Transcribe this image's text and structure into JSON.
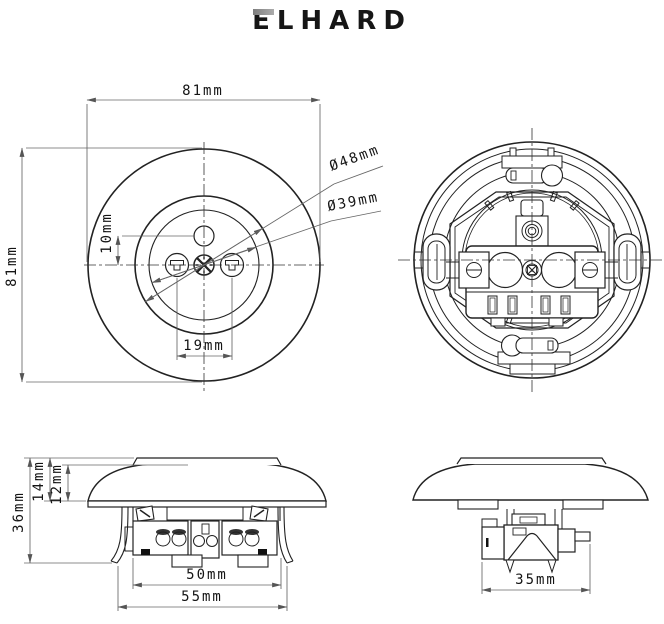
{
  "brand": {
    "letter_e": "E",
    "letters_rest": "LHARD",
    "full_name": "ELHARD"
  },
  "colors": {
    "object_line": "#222222",
    "dimension_line": "#666666",
    "text": "#141414",
    "logo_gray_bar": "#8a8a8a",
    "background": "#ffffff"
  },
  "front_view": {
    "width": "81mm",
    "height": "81mm",
    "top_hole_offset": "10mm",
    "pin_spacing": "19mm",
    "recess_diameter": "Ø48mm",
    "inner_diameter": "Ø39mm"
  },
  "side_view": {
    "total_depth": "36mm",
    "cover_depth": "14mm",
    "dome_depth": "12mm",
    "mechanism_width": "50mm",
    "claw_span_width": "55mm"
  },
  "side_view_rotated": {
    "mechanism_depth": "35mm"
  }
}
